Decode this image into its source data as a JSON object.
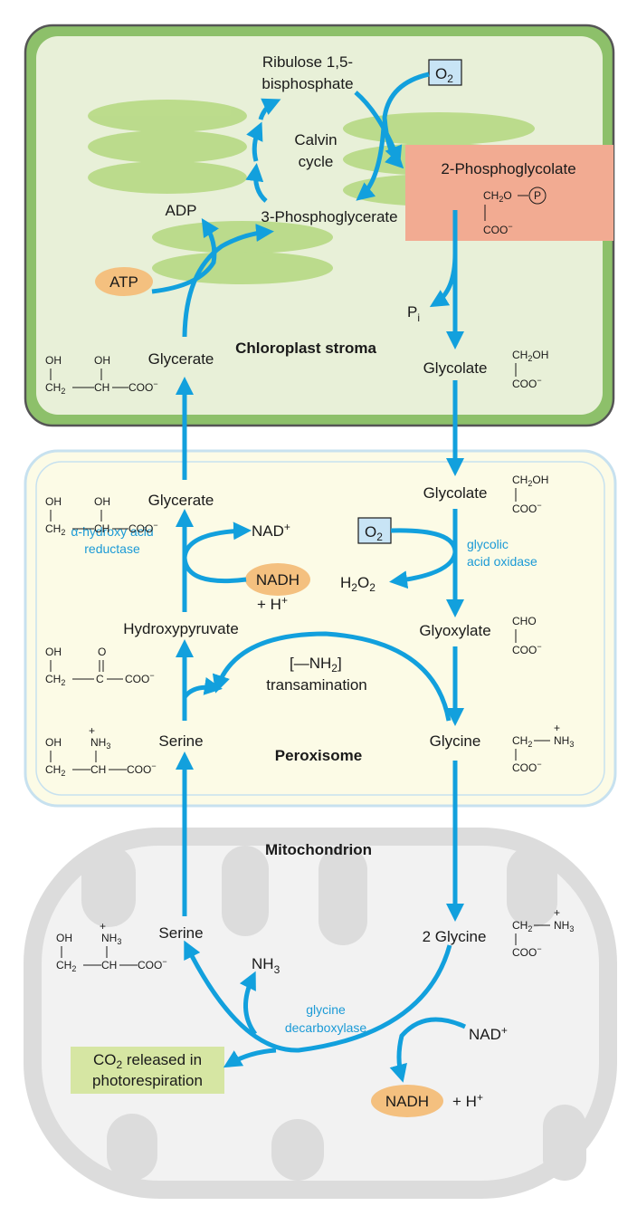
{
  "compartments": {
    "chloroplast": "Chloroplast stroma",
    "peroxisome": "Peroxisome",
    "mitochondrion": "Mitochondrion"
  },
  "metabolites": {
    "rubp_line1": "Ribulose 1,5-",
    "rubp_line2": "bisphosphate",
    "calvin_line1": "Calvin",
    "calvin_line2": "cycle",
    "pga": "3-Phosphoglycerate",
    "adp": "ADP",
    "atp": "ATP",
    "phosphoglycolate": "2-Phosphoglycolate",
    "pi": "P",
    "pi_sub": "i",
    "glycerate_chloro": "Glycerate",
    "glycolate_chloro": "Glycolate",
    "glycerate_perox": "Glycerate",
    "glycolate_perox": "Glycolate",
    "nad_plus": "NAD",
    "nadh": "NADH",
    "h_plus": "+ H",
    "h2o2_h": "H",
    "h2o2_2a": "2",
    "h2o2_o": "O",
    "h2o2_2b": "2",
    "o2_o": "O",
    "o2_sub": "2",
    "hydroxypyruvate": "Hydroxypyruvate",
    "glyoxylate": "Glyoxylate",
    "serine_perox": "Serine",
    "glycine_perox": "Glycine",
    "nh2_group": "[—NH",
    "nh2_sub": "2",
    "nh2_close": "]",
    "transamination": "transamination",
    "serine_mito": "Serine",
    "two_glycine": "2 Glycine",
    "nh3": "NH",
    "nh3_sub": "3",
    "nad_mito": "NAD",
    "nadh_mito": "NADH",
    "h_mito": "+ H",
    "co2_line1": "CO",
    "co2_sub": "2",
    "co2_line1_rest": " released in",
    "co2_line2": "photorespiration",
    "plus": "+"
  },
  "enzymes": {
    "hydroxy_acid_line1": "α-hydroxy acid",
    "hydroxy_acid_line2": "reductase",
    "glycolic_line1": "glycolic",
    "glycolic_line2": "acid oxidase",
    "glycine_decarb_line1": "glycine",
    "glycine_decarb_line2": "decarboxylase"
  },
  "structures": {
    "oh": "OH",
    "ch2": "CH",
    "ch": "CH",
    "coo": "COO",
    "minus": "−",
    "two": "2",
    "ch2oh": "CH",
    "oh_suffix": "OH",
    "cho": "CHO",
    "o": "O",
    "c": "C",
    "nh3": "NH",
    "three": "3",
    "p_circle": "P"
  },
  "colors": {
    "flow_arrow": "#12a0dd",
    "chloroplast_fill": "#e8f0d8",
    "chloroplast_border": "#8dc06a",
    "thylakoid": "#b4d87f",
    "peroxisome_fill": "#fcfbe6",
    "peroxisome_border": "#c7e1ef",
    "mitochondrion_fill": "#f2f2f2",
    "mitochondrion_outer": "#dcdcdc",
    "phosphoglycolate_box": "#f2ab92",
    "o2_box": "#c8e4f5",
    "cofactor_oval": "#f4c07f",
    "co2_box": "#d6e6a3"
  }
}
